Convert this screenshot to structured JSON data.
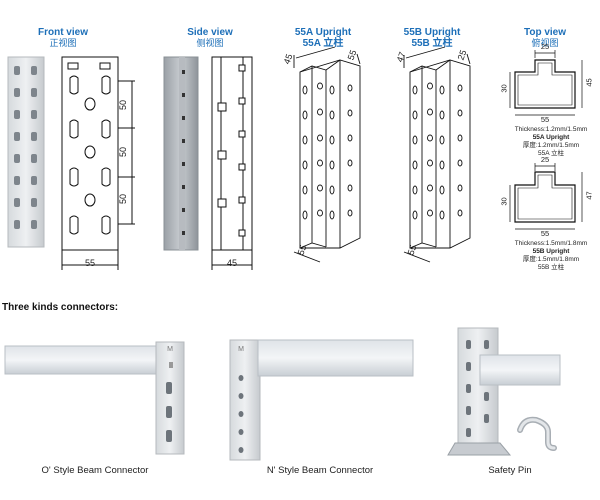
{
  "views": {
    "front": {
      "title": "Front view",
      "title_cn": "正视图",
      "dim_bottom": "55",
      "dims_side": [
        "50",
        "50",
        "50"
      ]
    },
    "side": {
      "title": "Side view",
      "title_cn": "侧视图",
      "dim_bottom": "45"
    },
    "u55a": {
      "title": "55A Upright",
      "title_cn": "55A 立柱",
      "dims": [
        "45",
        "55",
        "55"
      ]
    },
    "u55b": {
      "title": "55B Upright",
      "title_cn": "55B 立柱",
      "dims": [
        "47",
        "25",
        "55"
      ]
    },
    "top": {
      "title": "Top view",
      "title_cn": "俯视图"
    }
  },
  "top_view": {
    "a": {
      "dim_top": "25",
      "dim_left": "30",
      "dim_right": "45",
      "dim_bottom": "55",
      "thickness": "Thickness:1.2mm/1.5mm",
      "upright": "55A Upright",
      "thickness_cn": "厚度:1.2mm/1.5mm",
      "upright_cn": "55A 立柱"
    },
    "b": {
      "dim_top": "25",
      "dim_left": "30",
      "dim_right": "47",
      "dim_bottom": "55",
      "thickness": "Thickness:1.5mm/1.8mm",
      "upright": "55B Upright",
      "thickness_cn": "厚度:1.5mm/1.8mm",
      "upright_cn": "55B 立柱"
    }
  },
  "connectors": {
    "heading": "Three kinds connectors:",
    "items": [
      {
        "caption": "O' Style Beam Connector",
        "mark": "M"
      },
      {
        "caption": "N' Style Beam Connector",
        "mark": "M"
      },
      {
        "caption": "Safety Pin"
      }
    ]
  }
}
